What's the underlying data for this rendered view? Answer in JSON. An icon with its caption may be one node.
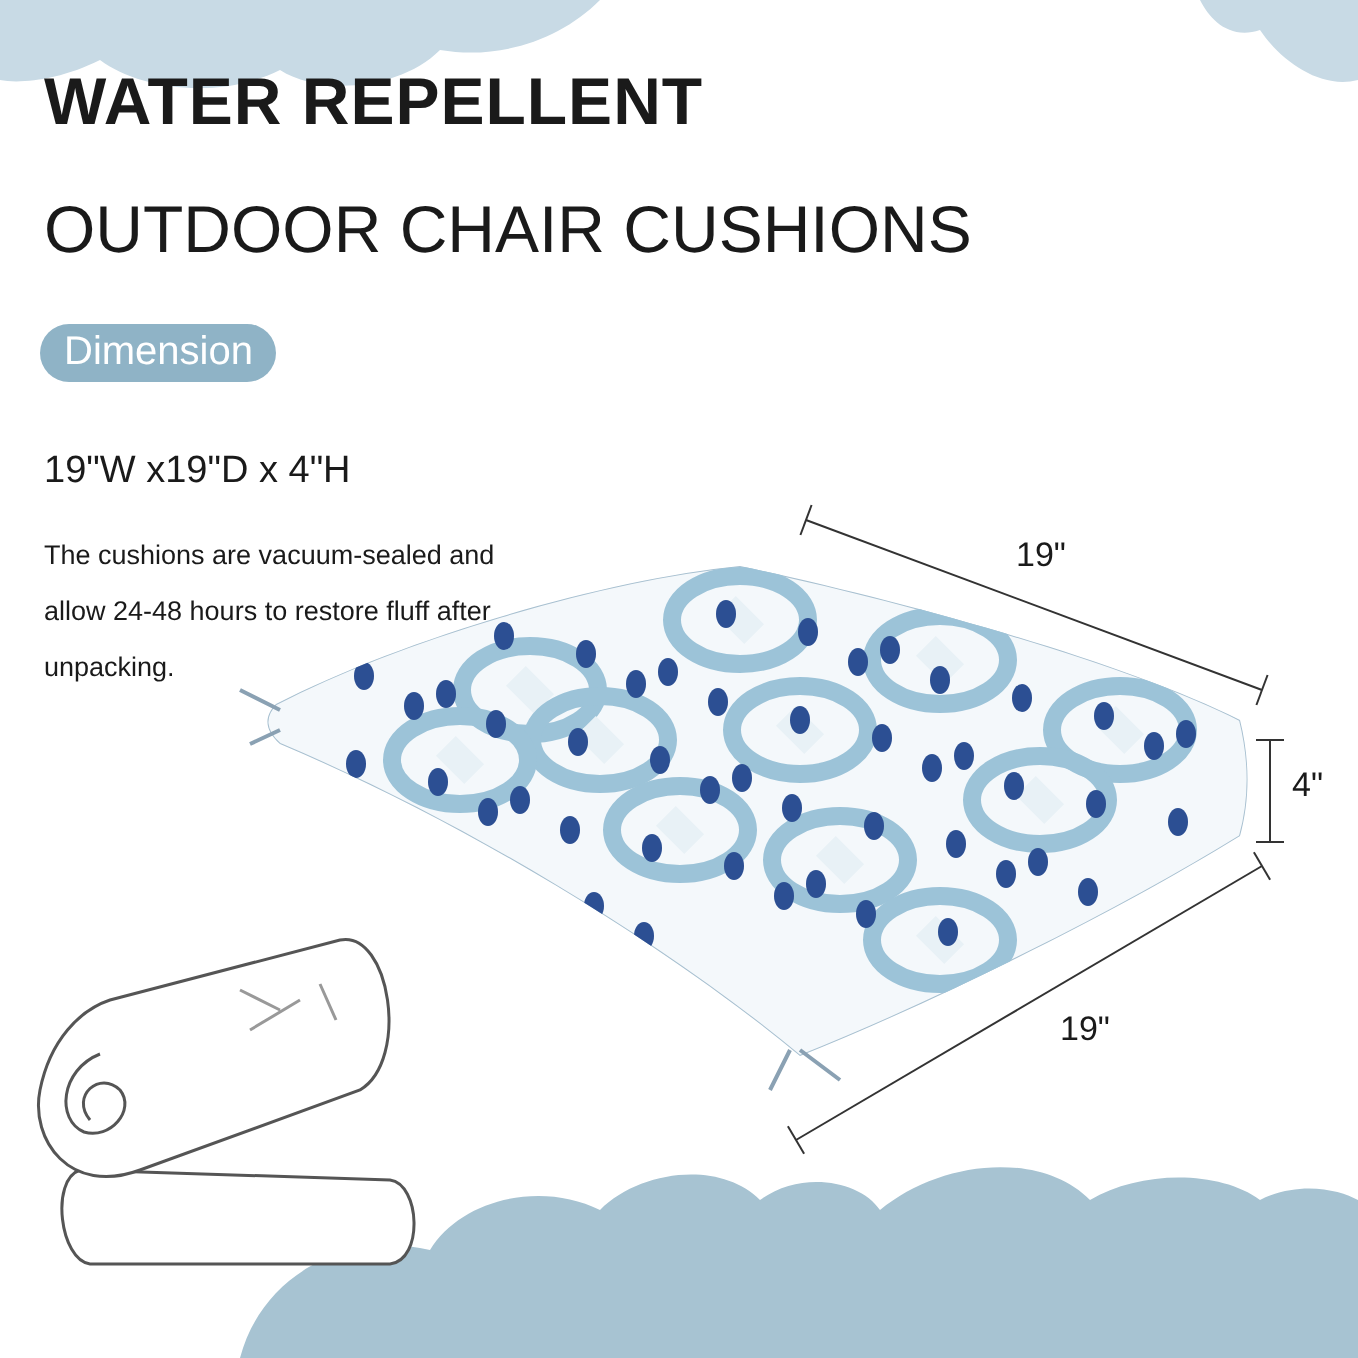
{
  "diagram": {
    "title": "WATER REPELLENT",
    "labels": [
      "OUTDOOR CHAIR CUSHIONS",
      "Dimension",
      "19\"W x19\"D x 4\"H",
      "The cushions are vacuum-sealed and allow 24-48 hours to restore fluff after unpacking.",
      "19\"",
      "4\"",
      "19\""
    ]
  }
}
